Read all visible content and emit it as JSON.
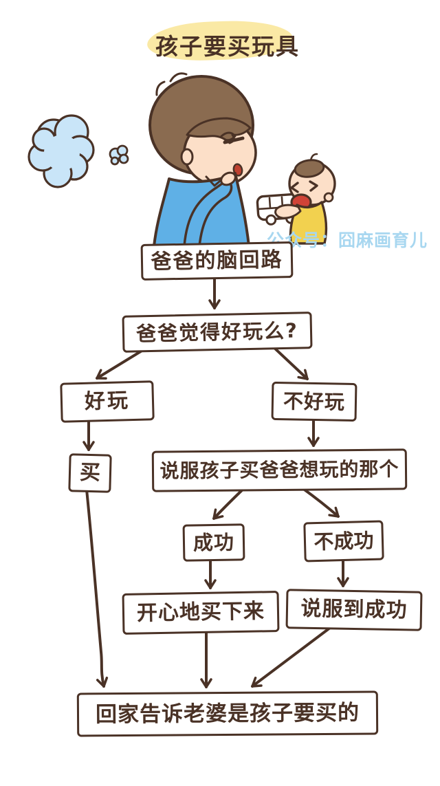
{
  "page": {
    "background": "#ffffff",
    "ink_color": "#4a3226",
    "title_highlight_color": "#fae9a5",
    "watermark_color": "#a8d7f0"
  },
  "title": {
    "text": "孩子要买玩具"
  },
  "watermark": {
    "text": "公众号：囧麻画育儿"
  },
  "illustration": {
    "name": "thinking-dad-with-crying-baby-holding-toy-bus",
    "thought_cloud_color": "#c9e5f8",
    "dad_shirt_color": "#5fb0e6",
    "hair_color": "#8a6b50",
    "skin_color": "#fcdfc8",
    "baby_shirt_color": "#f2d14f",
    "mouth_red_color": "#d04337"
  },
  "flowchart": {
    "type": "flowchart",
    "nodes": [
      {
        "id": "brain",
        "label": "爸爸的脑回路"
      },
      {
        "id": "question",
        "label": "爸爸觉得好玩么?"
      },
      {
        "id": "fun",
        "label": "好玩"
      },
      {
        "id": "not-fun",
        "label": "不好玩"
      },
      {
        "id": "buy",
        "label": "买"
      },
      {
        "id": "persuade",
        "label": "说服孩子买爸爸想玩的那个"
      },
      {
        "id": "success",
        "label": "成功"
      },
      {
        "id": "not-success",
        "label": "不成功"
      },
      {
        "id": "happy-buy",
        "label": "开心地买下来"
      },
      {
        "id": "persuade-until-success",
        "label": "说服到成功"
      },
      {
        "id": "final",
        "label": "回家告诉老婆是孩子要买的"
      }
    ],
    "edges": [
      {
        "from": "brain",
        "to": "question"
      },
      {
        "from": "question",
        "to": "fun"
      },
      {
        "from": "question",
        "to": "not-fun"
      },
      {
        "from": "fun",
        "to": "buy"
      },
      {
        "from": "not-fun",
        "to": "persuade"
      },
      {
        "from": "buy",
        "to": "final"
      },
      {
        "from": "persuade",
        "to": "success"
      },
      {
        "from": "persuade",
        "to": "not-success"
      },
      {
        "from": "success",
        "to": "happy-buy"
      },
      {
        "from": "not-success",
        "to": "persuade-until-success"
      },
      {
        "from": "happy-buy",
        "to": "final"
      },
      {
        "from": "persuade-until-success",
        "to": "final"
      }
    ]
  }
}
